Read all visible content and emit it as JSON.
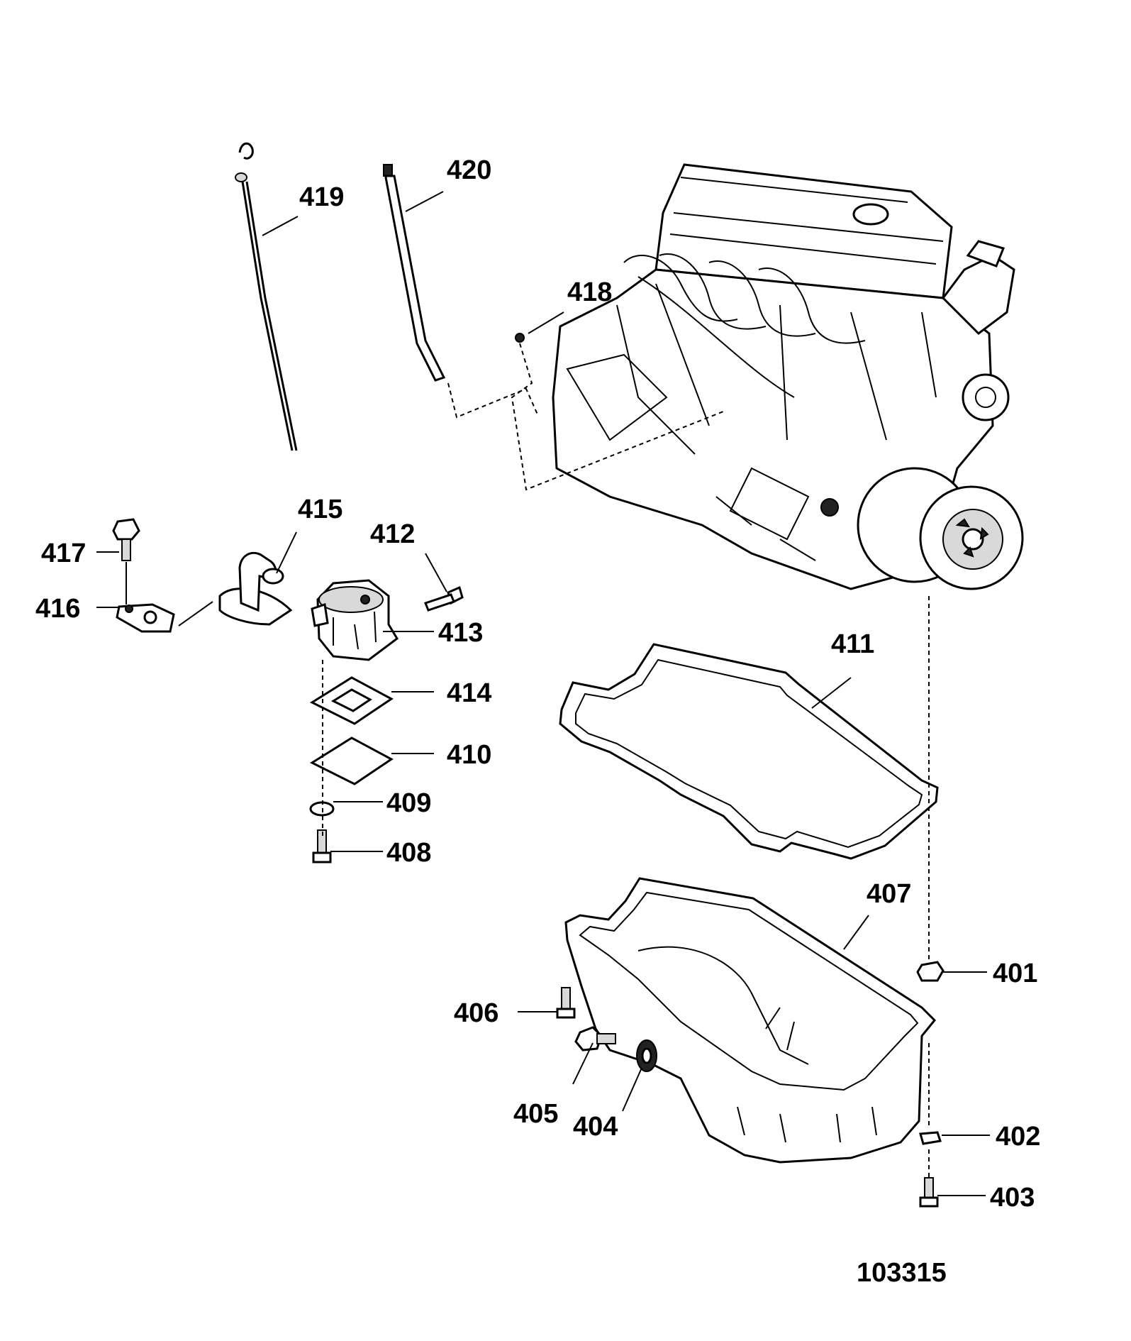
{
  "callouts": {
    "c401": "401",
    "c402": "402",
    "c403": "403",
    "c404": "404",
    "c405": "405",
    "c406": "406",
    "c407": "407",
    "c408": "408",
    "c409": "409",
    "c410": "410",
    "c411": "411",
    "c412": "412",
    "c413": "413",
    "c414": "414",
    "c415": "415",
    "c416": "416",
    "c417": "417",
    "c418": "418",
    "c419": "419",
    "c420": "420"
  },
  "figure_id": "103315"
}
